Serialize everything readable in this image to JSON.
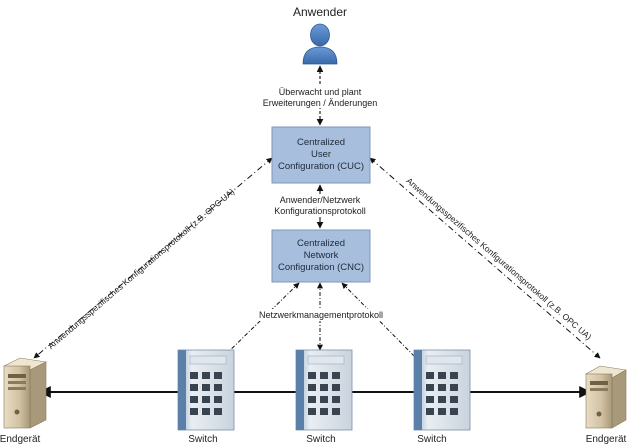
{
  "user": {
    "label": "Anwender",
    "icon": "user-icon"
  },
  "user_edge_label": {
    "line1": "Überwacht und plant",
    "line2": "Erweiterungen / Änderungen"
  },
  "cuc": {
    "line1": "Centralized",
    "line2": "User",
    "line3": "Configuration (CUC)"
  },
  "cuc_cnc_label": {
    "line1": "Anwender/Netzwerk",
    "line2": "Konfigurationsprotokoll"
  },
  "cnc": {
    "line1": "Centralized",
    "line2": "Network",
    "line3": "Configuration (CNC)"
  },
  "mgmt_label": "Netzwerkmanagementprotokoll",
  "left_diag_label": "Anwendungsspezifisches Konfigurationsprotokoll (z.B. OPC UA)",
  "right_diag_label": "Anwendungsspezifisches Konfigurationsprotokoll (z.B. OPC UA)",
  "devices": {
    "endgeraet_left": {
      "label": "Endgerät",
      "icon": "server-tower-icon"
    },
    "switch_1": {
      "label": "Switch",
      "icon": "network-switch-icon"
    },
    "switch_2": {
      "label": "Switch",
      "icon": "network-switch-icon"
    },
    "switch_3": {
      "label": "Switch",
      "icon": "network-switch-icon"
    },
    "endgeraet_right": {
      "label": "Endgerät",
      "icon": "server-tower-icon"
    }
  },
  "colors": {
    "box_fill": "#a7bedd",
    "box_stroke": "#7f96b8",
    "user_icon": "#4f81bd",
    "line": "#111111"
  }
}
